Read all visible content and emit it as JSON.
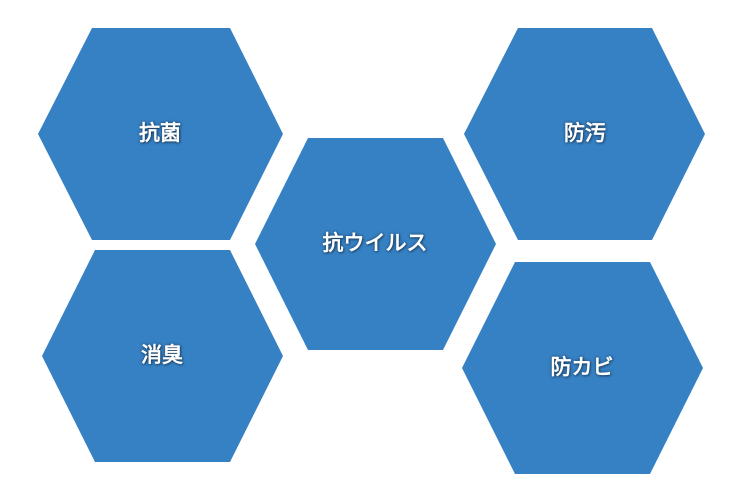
{
  "colors": {
    "hex_fill": "#3680c4",
    "text": "#ffffff"
  },
  "hexagons": [
    {
      "label": "抗菌"
    },
    {
      "label": "消臭"
    },
    {
      "label": "抗ウイルス"
    },
    {
      "label": "防汚"
    },
    {
      "label": "防カビ"
    }
  ]
}
